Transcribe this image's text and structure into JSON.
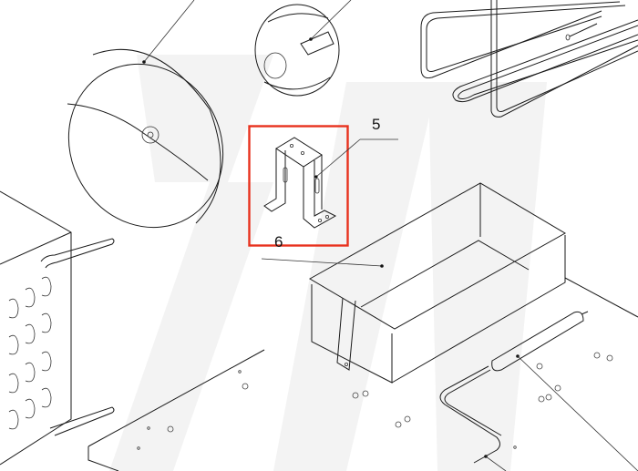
{
  "diagram": {
    "type": "exploded-parts-view",
    "callouts": [
      {
        "id": "5",
        "label": "5",
        "part": "mounting-bracket",
        "highlighted": true
      },
      {
        "id": "6",
        "label": "6",
        "part": "drain-tray"
      }
    ],
    "highlight": {
      "color": "#e8321e",
      "target": "5"
    },
    "parts_visible": [
      "fan-guard-disc",
      "fan-motor",
      "evaporator-coil-tubes",
      "mounting-bracket",
      "drain-tray",
      "condenser-coil",
      "base-plate",
      "filter-drier",
      "capillary-tube"
    ],
    "line_color": "#1a1a1a",
    "background": "#ffffff"
  }
}
